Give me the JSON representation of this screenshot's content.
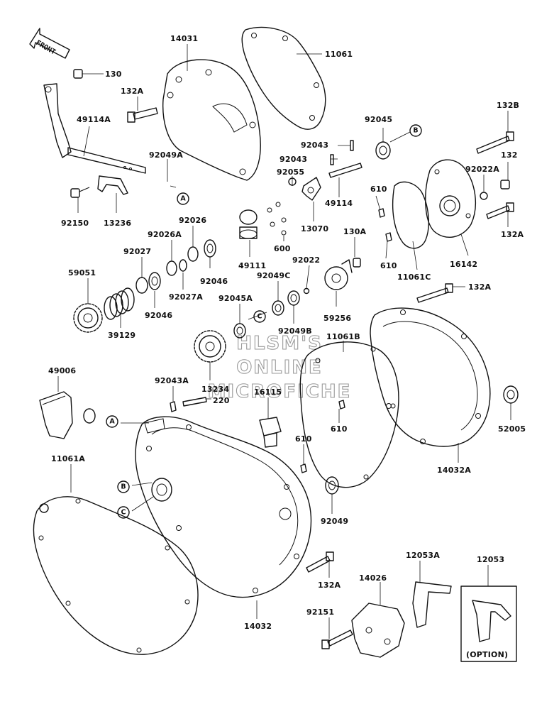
{
  "diagram": {
    "front_label": "FRONT",
    "option_label": "(OPTION)",
    "watermark": [
      "HLSM'S",
      "ONLINE",
      "MICROFICHE"
    ],
    "callouts": [
      "A",
      "B",
      "C"
    ],
    "parts": {
      "p130": "130",
      "p132a_top": "132A",
      "p14031": "14031",
      "p11061": "11061",
      "p49114a": "49114A",
      "p92049a": "92049A",
      "p92150": "92150",
      "p13236": "13236",
      "p92045": "92045",
      "p92043_a": "92043",
      "p92043_b": "92043",
      "p92055": "92055",
      "p49114": "49114",
      "p13070": "13070",
      "p132b": "132B",
      "p132": "132",
      "p92022a": "92022A",
      "p610_top": "610",
      "p610_mid": "610",
      "p11061c": "11061C",
      "p16142": "16142",
      "p132a_right": "132A",
      "p92026": "92026",
      "p92026a": "92026A",
      "p92027": "92027",
      "p59051": "59051",
      "p92046_a": "92046",
      "p92027a": "92027A",
      "p92046_b": "92046",
      "p39129": "39129",
      "p49111": "49111",
      "p600": "600",
      "p130a": "130A",
      "p92022": "92022",
      "p92049c": "92049C",
      "p92045a": "92045A",
      "p59256": "59256",
      "p132a_gasket": "132A",
      "p92049b": "92049B",
      "p11061b": "11061B",
      "p13234": "13234",
      "p220": "220",
      "p16115": "16115",
      "p49006": "49006",
      "p92043a": "92043A",
      "p610_low": "610",
      "p610_gasket": "610",
      "p52005": "52005",
      "p11061a": "11061A",
      "p14032a": "14032A",
      "p92049": "92049",
      "p132a_bottom": "132A",
      "p14032": "14032",
      "p12053a": "12053A",
      "p14026": "14026",
      "p12053": "12053",
      "p92151": "92151"
    }
  }
}
